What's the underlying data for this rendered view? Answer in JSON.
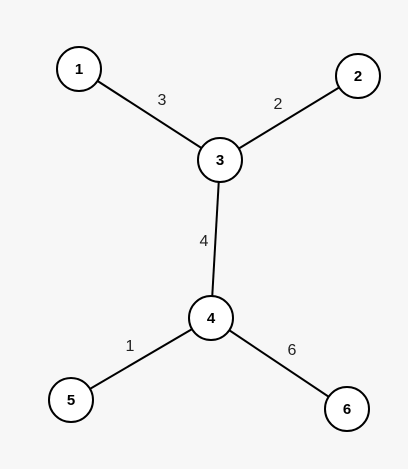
{
  "graph": {
    "nodes": [
      {
        "id": "1",
        "label": "1"
      },
      {
        "id": "2",
        "label": "2"
      },
      {
        "id": "3",
        "label": "3"
      },
      {
        "id": "4",
        "label": "4"
      },
      {
        "id": "5",
        "label": "5"
      },
      {
        "id": "6",
        "label": "6"
      }
    ],
    "edges": [
      {
        "from": "1",
        "to": "3",
        "weight": "3"
      },
      {
        "from": "2",
        "to": "3",
        "weight": "2"
      },
      {
        "from": "3",
        "to": "4",
        "weight": "4"
      },
      {
        "from": "4",
        "to": "5",
        "weight": "1"
      },
      {
        "from": "4",
        "to": "6",
        "weight": "6"
      }
    ],
    "colors": {
      "background": "#f7f7f7",
      "node_fill": "#ffffff",
      "stroke": "#000000"
    }
  }
}
